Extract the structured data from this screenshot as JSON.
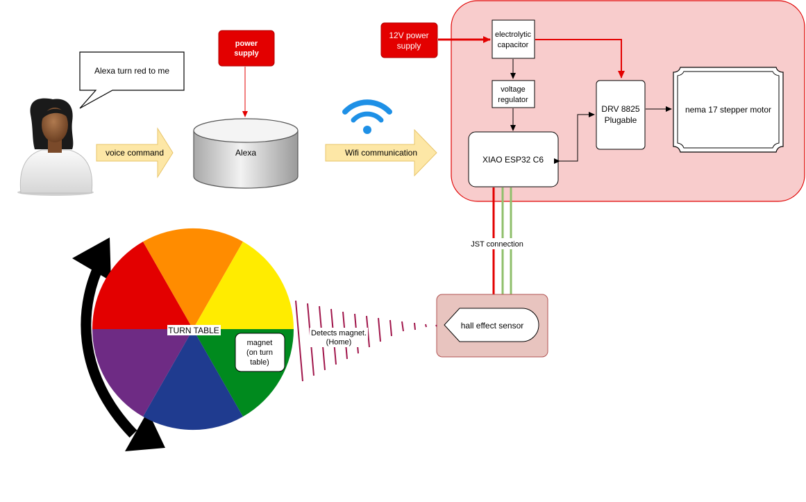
{
  "speech_bubble": {
    "text": "Alexa turn red to me"
  },
  "person": {
    "icon": "person-avatar-icon"
  },
  "alexa_power": {
    "label_line1": "power",
    "label_line2": "supply"
  },
  "alexa": {
    "label": "Alexa",
    "icon": "cylinder-icon"
  },
  "voice_arrow": {
    "label": "voice command"
  },
  "wifi_arrow": {
    "label": "Wifi communication"
  },
  "wifi": {
    "icon": "wifi-icon",
    "color": "#1e90e6"
  },
  "power12v": {
    "label_line1": "12V power",
    "label_line2": "supply"
  },
  "capacitor": {
    "label_line1": "electrolytic",
    "label_line2": "capacitor"
  },
  "regulator": {
    "label_line1": "voltage",
    "label_line2": "regulator"
  },
  "esp32": {
    "label": "XIAO ESP32 C6"
  },
  "driver": {
    "label_line1": "DRV 8825",
    "label_line2": "Plugable"
  },
  "motor": {
    "label": "nema 17 stepper motor"
  },
  "jst": {
    "label": "JST connection"
  },
  "hall": {
    "label": "hall effect sensor"
  },
  "detect": {
    "label_line1": "Detects magnet.",
    "label_line2": "(Home)"
  },
  "turntable": {
    "label": "TURN TABLE",
    "segments": [
      "#e30000",
      "#ff8c00",
      "#ffec00",
      "#008a1e",
      "#1f3b8f",
      "#6e2b84"
    ]
  },
  "magnet": {
    "label_line1": "magnet",
    "label_line2": "(on turn",
    "label_line3": "table)"
  },
  "colors": {
    "power_red": "#e30000",
    "panel_pink": "#f8cccc",
    "panel_border": "#e00000",
    "sensor_panel": "#e8c4bf",
    "sensor_border": "#b05050",
    "wire_green": "#8fbf6b",
    "arrow_yellow": "#fde7a6"
  }
}
